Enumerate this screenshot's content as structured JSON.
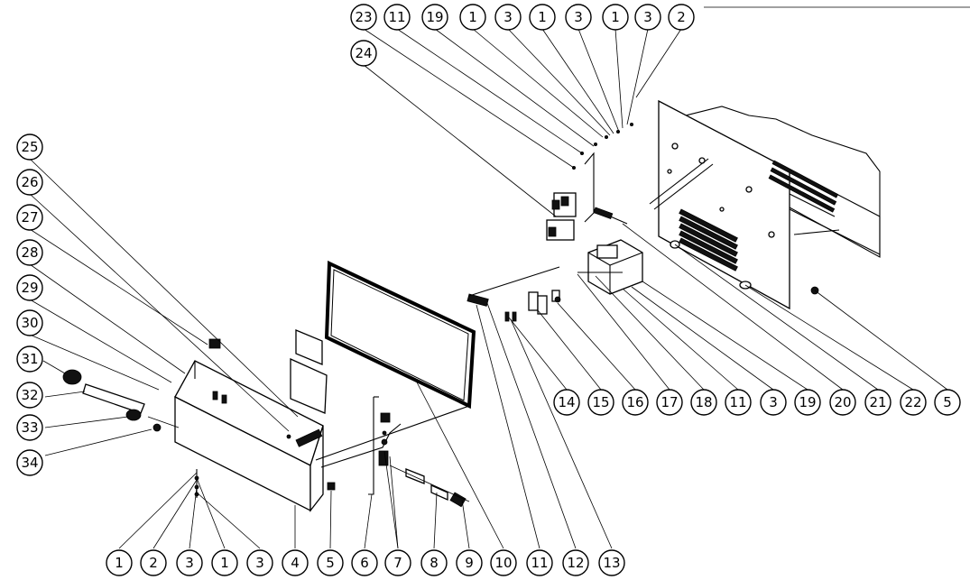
{
  "callouts": {
    "top_row": [
      "23",
      "11",
      "19",
      "1",
      "3",
      "1",
      "3",
      "1",
      "3",
      "2"
    ],
    "left_col": [
      "24",
      "25",
      "26",
      "27",
      "28",
      "29",
      "30",
      "31",
      "32",
      "33",
      "34"
    ],
    "right_row": [
      "14",
      "15",
      "16",
      "17",
      "18",
      "11",
      "3",
      "19",
      "20",
      "21",
      "22",
      "5"
    ],
    "bottom_row": [
      "1",
      "2",
      "3",
      "1",
      "3",
      "4",
      "5",
      "6",
      "7",
      "8",
      "9",
      "10",
      "11",
      "12",
      "13"
    ]
  }
}
